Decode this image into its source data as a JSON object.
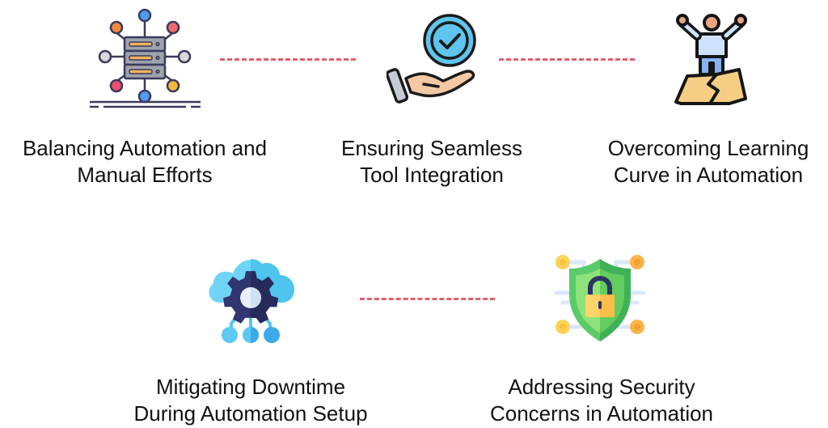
{
  "colors": {
    "connector": "#e0606e",
    "text": "#111111",
    "background": "#ffffff"
  },
  "nodes": [
    {
      "id": "balancing",
      "icon": "server-network-icon",
      "lines": [
        "Balancing Automation and",
        "Manual Efforts"
      ]
    },
    {
      "id": "integration",
      "icon": "hand-checkmark-icon",
      "lines": [
        "Ensuring Seamless",
        "Tool Integration"
      ]
    },
    {
      "id": "learning",
      "icon": "person-summit-icon",
      "lines": [
        "Overcoming Learning",
        "Curve in Automation"
      ]
    },
    {
      "id": "downtime",
      "icon": "cloud-gear-icon",
      "lines": [
        "Mitigating Downtime",
        "During Automation Setup"
      ]
    },
    {
      "id": "security",
      "icon": "security-shield-lock-icon",
      "lines": [
        "Addressing Security",
        "Concerns in Automation"
      ]
    }
  ],
  "connectors": [
    {
      "from": "balancing",
      "to": "integration"
    },
    {
      "from": "integration",
      "to": "learning"
    },
    {
      "from": "downtime",
      "to": "security"
    }
  ]
}
